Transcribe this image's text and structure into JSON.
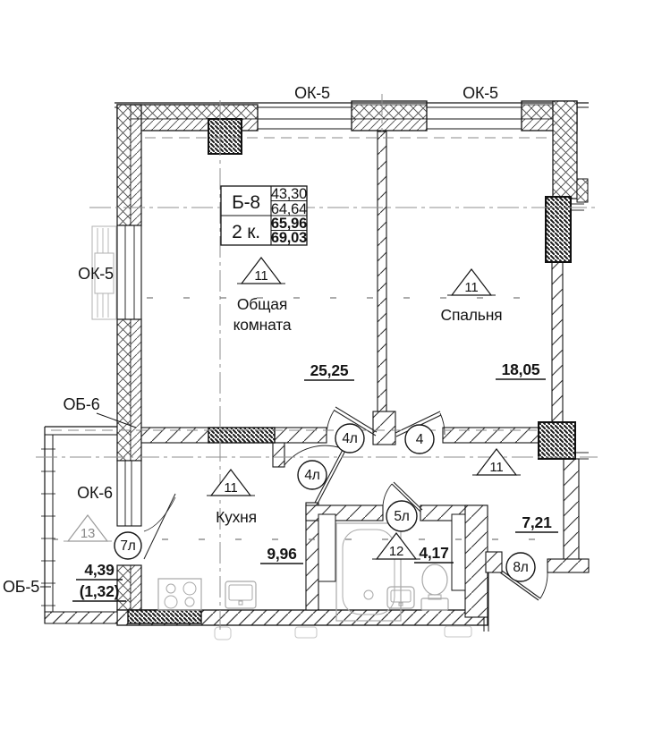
{
  "drawing": {
    "kind": "apartment floor plan",
    "windows": {
      "top_left": "ОК-5",
      "top_right": "ОК-5",
      "left": "ОК-5",
      "balcony_window": "ОК-6",
      "balcony_top": "ОБ-6",
      "balcony_left": "ОБ-5"
    },
    "table": {
      "unit": "Б-8",
      "rooms_count": "2 к.",
      "v1": "43,30",
      "v2": "64,64",
      "v3": "65,96",
      "v4": "69,03"
    },
    "rooms": {
      "living": {
        "line1": "Общая",
        "line2": "комната",
        "area": "25,25",
        "marker": "11"
      },
      "bedroom": {
        "name": "Спальня",
        "area": "18,05",
        "marker": "11"
      },
      "kitchen": {
        "name": "Кухня",
        "area": "9,96",
        "marker": "11"
      },
      "bathroom": {
        "area": "4,17",
        "marker": "12"
      },
      "hall": {
        "area": "7,21",
        "marker": "11"
      },
      "balcony": {
        "area": "4,39",
        "area_secondary": "(1,32)",
        "marker": "13"
      }
    },
    "doors": {
      "living": "4л",
      "bedroom": "4",
      "kitchen": "4л",
      "bathroom": "5л",
      "balcony": "7л",
      "entry": "8л"
    },
    "colors": {
      "line": "#141414",
      "axis_grey": "#8f8f8f",
      "fixture_grey": "#a8a8a8",
      "faint_grey": "#c4c4c4"
    }
  }
}
